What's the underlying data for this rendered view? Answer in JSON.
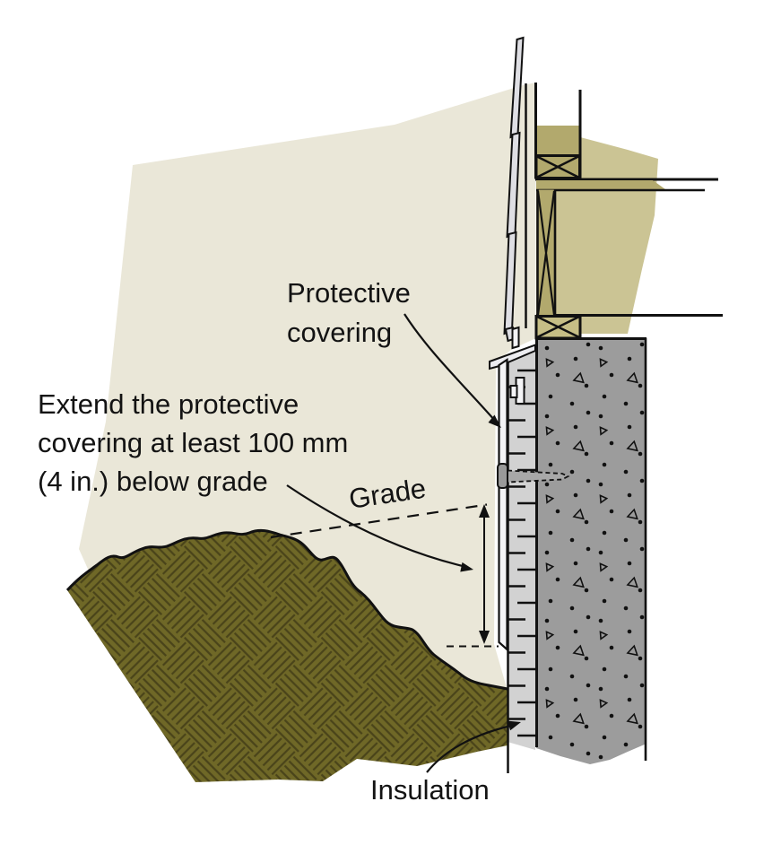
{
  "figure": {
    "title_context": "Foundation insulation protective covering detail",
    "labels": {
      "protective_covering_line1": "Protective",
      "protective_covering_line2": "covering",
      "extend_note_line1": "Extend the protective",
      "extend_note_line2": "covering at least 100 mm",
      "extend_note_line3": "(4 in.) below grade",
      "grade": "Grade",
      "insulation": "Insulation"
    },
    "dimension": {
      "depth_mm": "100 mm",
      "depth_in": "4 in."
    },
    "colors": {
      "background": "#ffffff",
      "excavation_face": "#eae7d8",
      "house_silhouette": "#cbc494",
      "wood_fill": "#b2a96d",
      "sill_plate": "#c6be86",
      "concrete": "#9c9c9c",
      "insulation_panel": "#d2d2d2",
      "siding": "#dfdfe4",
      "covering": "#f4f4f6",
      "flashing": "#ececf0",
      "soil_fill": "#6f6827",
      "soil_hatch": "#4a441a",
      "line": "#111111"
    }
  }
}
